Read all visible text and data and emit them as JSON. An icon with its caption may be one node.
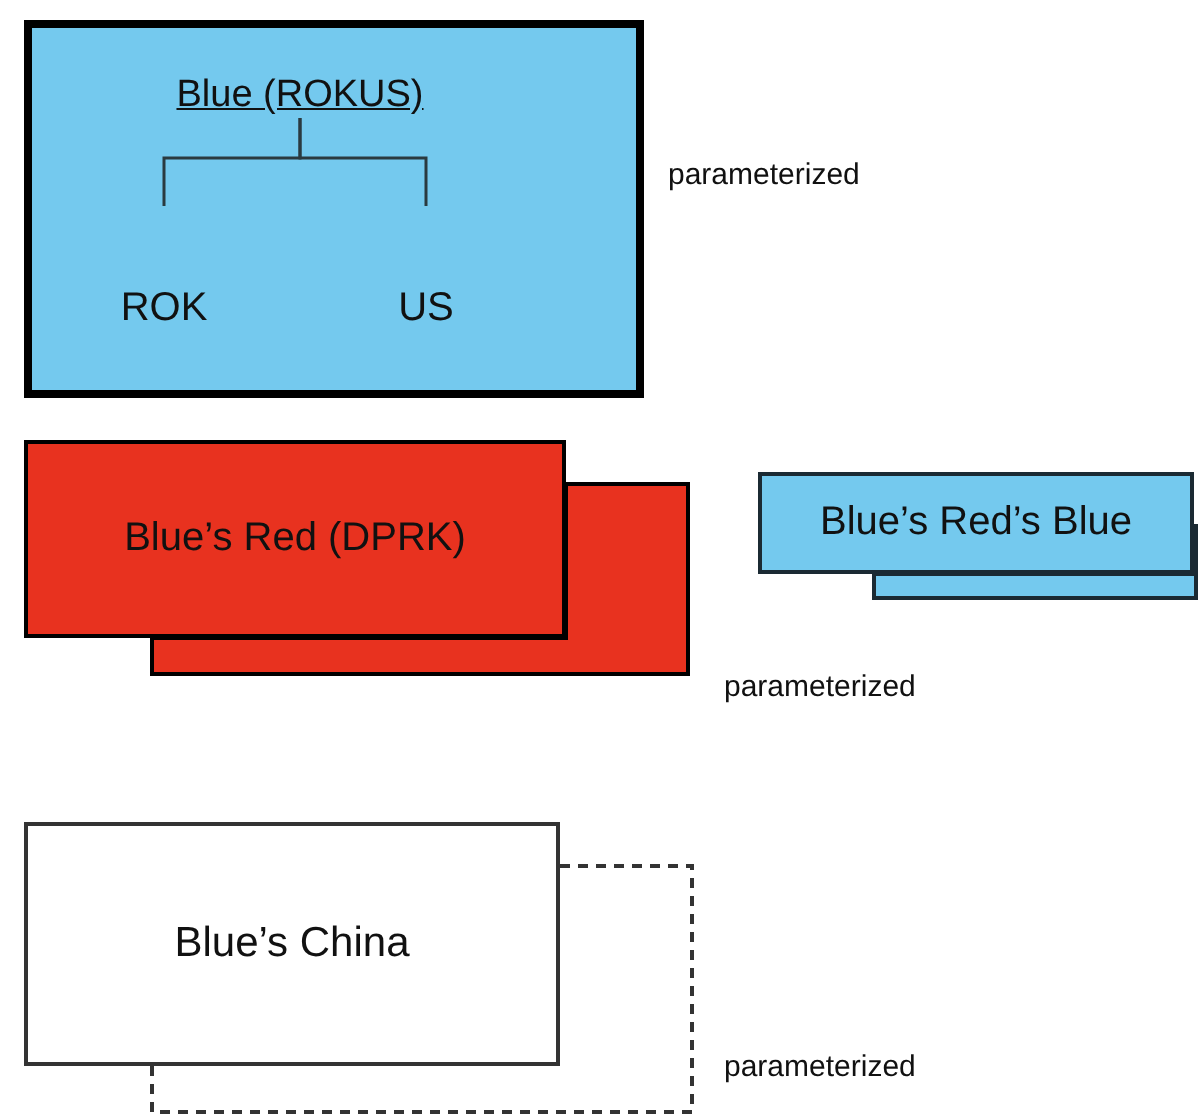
{
  "diagram": {
    "nodes": [
      {
        "text": [],
        "shape": "box"
      },
      {
        "text": [
          "Blue (ROKUS)"
        ],
        "in": 0
      },
      {
        "text": [
          "ROK"
        ],
        "in": 0
      },
      {
        "text": [
          "US"
        ],
        "in": 0
      },
      {
        "text": [
          "Blue’s Red (DPRK)"
        ]
      },
      {
        "text": [],
        "shape": "box"
      },
      {
        "text": [
          "Blue’s Red’s Blue"
        ]
      },
      {
        "text": [],
        "shape": "box"
      },
      {
        "text": [
          "Blue’s China"
        ]
      },
      {
        "text": [],
        "shape": "box"
      }
    ],
    "edges": [
      {
        "from": 1,
        "to": 2,
        "arrow": "none"
      },
      {
        "from": 1,
        "to": 3,
        "arrow": "none"
      }
    ],
    "labels": [
      "parameterized",
      "parameterized",
      "parameterized"
    ]
  }
}
